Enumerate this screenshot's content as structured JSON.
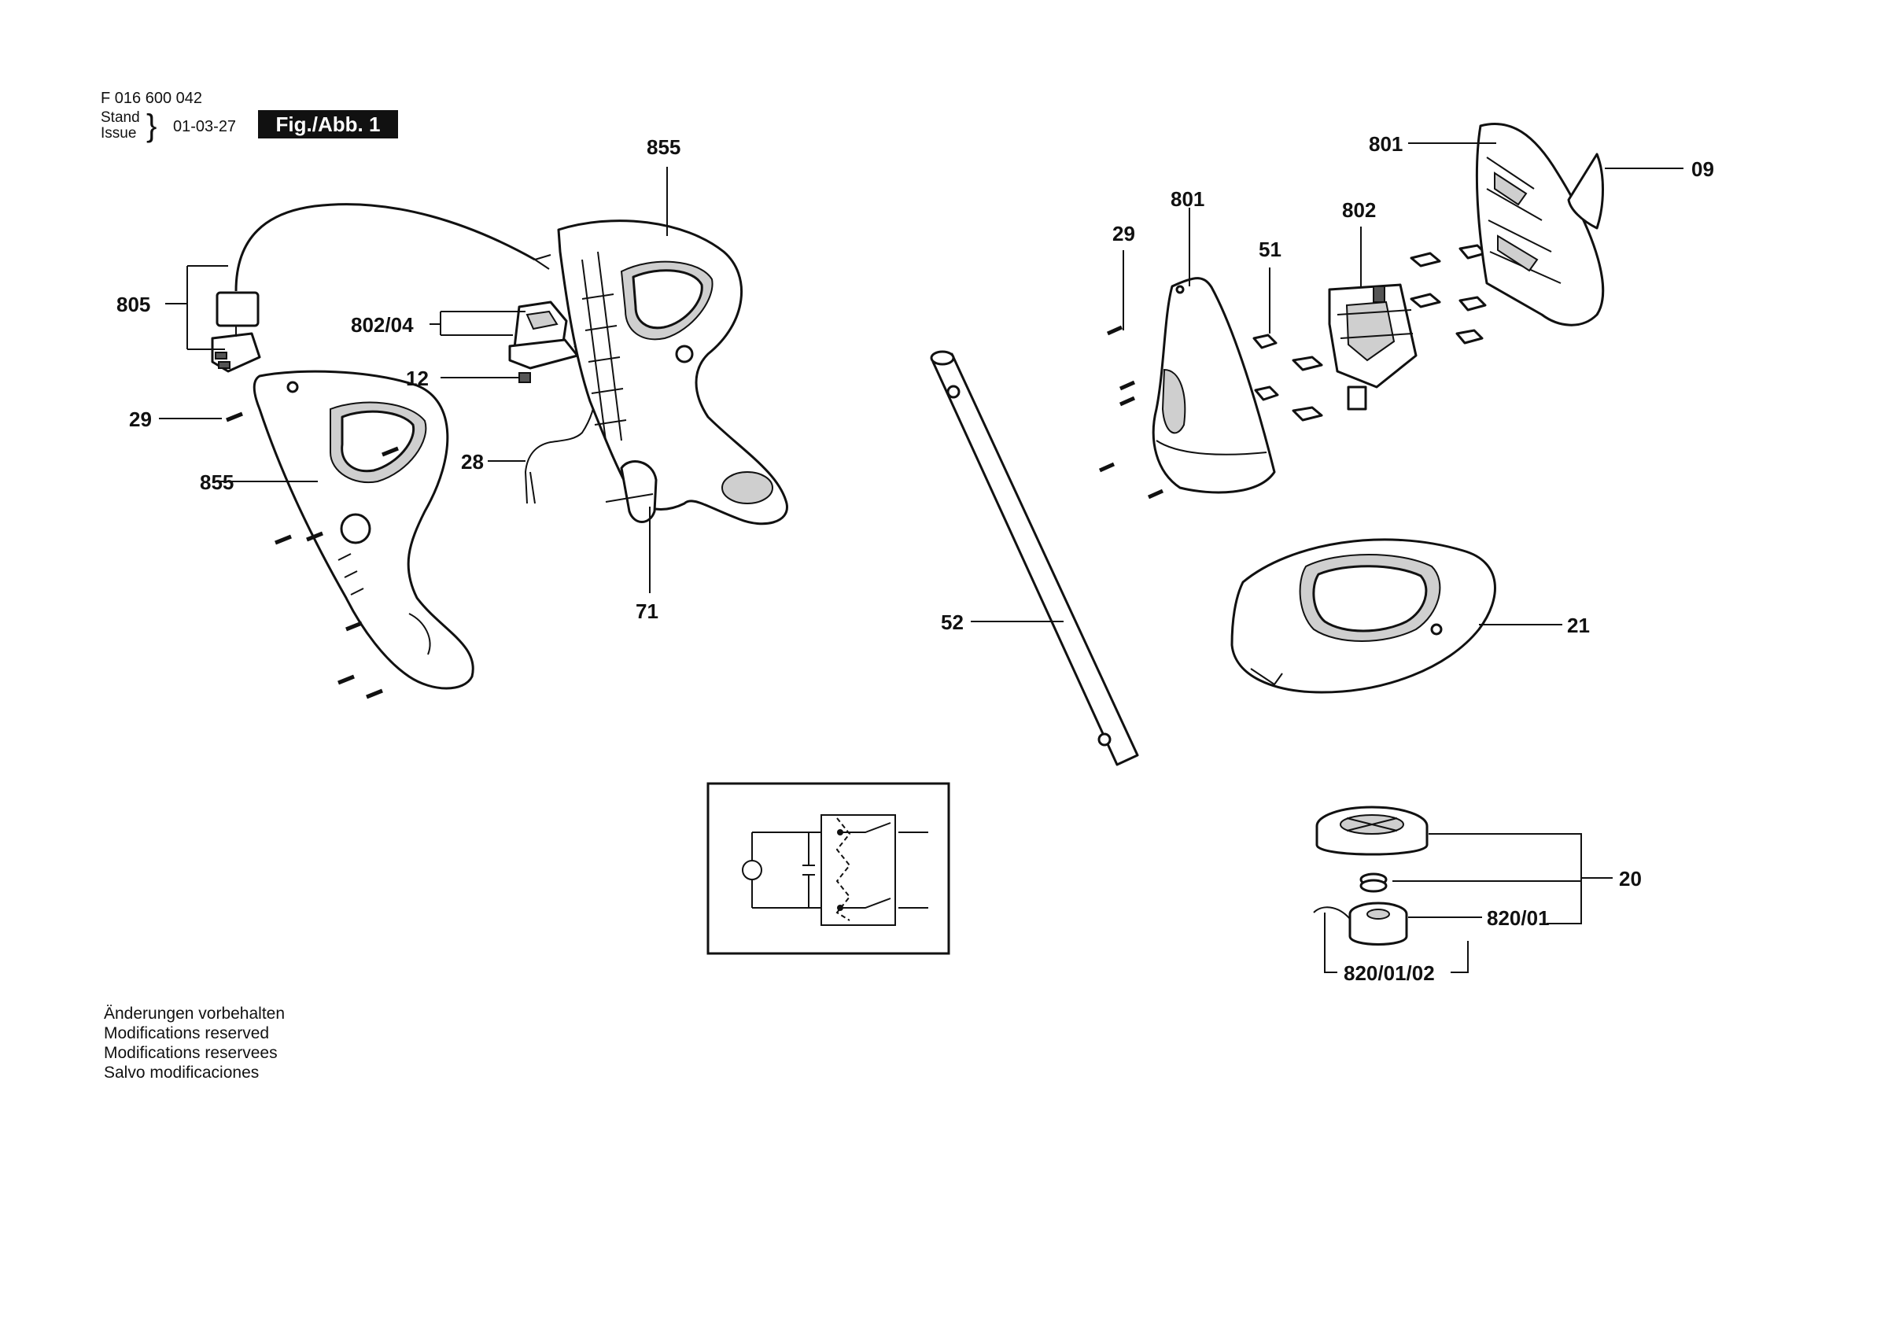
{
  "header": {
    "part_number": "F 016 600 042",
    "stand": "Stand",
    "issue": "Issue",
    "brace": "}",
    "date": "01-03-27",
    "figure": "Fig./Abb. 1"
  },
  "notes": [
    "Änderungen vorbehalten",
    "Modifications reserved",
    "Modifications reservees",
    "Salvo modificaciones"
  ],
  "labels": {
    "l855_top": "855",
    "l805": "805",
    "l802_04": "802/04",
    "l12": "12",
    "l29_left": "29",
    "l28": "28",
    "l855_left": "855",
    "l71": "71",
    "l52": "52",
    "l801_right": "801",
    "l09": "09",
    "l801_mid": "801",
    "l29_right": "29",
    "l802": "802",
    "l51": "51",
    "l21": "21",
    "l20": "20",
    "l820_01": "820/01",
    "l820_01_02": "820/01/02"
  }
}
